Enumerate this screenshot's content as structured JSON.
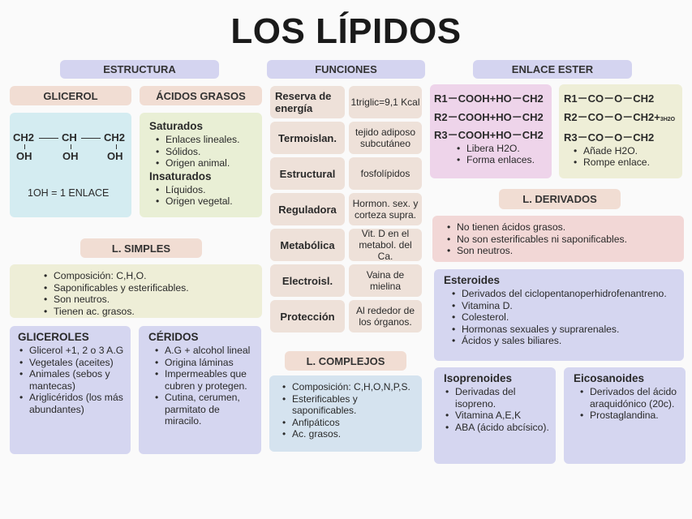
{
  "title": "LOS LÍPIDOS",
  "headers": {
    "estructura": "ESTRUCTURA",
    "funciones": "FUNCIONES",
    "enlace": "ENLACE ESTER"
  },
  "estructura": {
    "glicerol": {
      "label": "GLICEROL",
      "top": [
        "CH2",
        "CH",
        "CH2"
      ],
      "bottom": [
        "OH",
        "OH",
        "OH"
      ],
      "note": "1OH = 1 ENLACE"
    },
    "acidos": {
      "label": "ÁCIDOS GRASOS",
      "saturados": "Saturados",
      "saturados_items": [
        "Enlaces lineales.",
        "Sólidos.",
        "Origen animal."
      ],
      "insaturados": "Insaturados",
      "insaturados_items": [
        "Líquidos.",
        "Origen vegetal."
      ]
    }
  },
  "simples": {
    "label": "L. SIMPLES",
    "items": [
      "Composición: C,H,O.",
      "Saponificables y esterificables.",
      "Son neutros.",
      "Tienen ac. grasos."
    ],
    "gliceroles": {
      "title": "GLICEROLES",
      "items": [
        "Glicerol +1, 2 o 3 A.G",
        "Vegetales (aceites)",
        "Animales (sebos y mantecas)",
        "Ariglicéridos (los más abundantes)"
      ]
    },
    "ceridos": {
      "title": "CÉRIDOS",
      "items": [
        "A.G + alcohol lineal",
        "Origina láminas",
        "Impermeables que cubren y protegen.",
        "Cutina, cerumen, parmitato de miracilo."
      ]
    }
  },
  "funciones": [
    {
      "name": "Reserva de energía",
      "desc": "1triglic=9,1 Kcal"
    },
    {
      "name": "Termoislan.",
      "desc": "tejido adiposo subcutáneo"
    },
    {
      "name": "Estructural",
      "desc": "fosfolípidos"
    },
    {
      "name": "Reguladora",
      "desc": "Hormon. sex. y corteza supra."
    },
    {
      "name": "Metabólica",
      "desc": "Vit. D en el metabol. del Ca."
    },
    {
      "name": "Electroisl.",
      "desc": "Vaina de mielina"
    },
    {
      "name": "Protección",
      "desc": "Al rededor de los órganos."
    }
  ],
  "complejos": {
    "label": "L. COMPLEJOS",
    "items": [
      "Composición: C,H,O,N,P,S.",
      "Esterificables y saponificables.",
      "Anfipáticos",
      "Ac. grasos."
    ]
  },
  "ester": {
    "formacion": {
      "lines": [
        "R1－COOH+HO－CH2",
        "R2－COOH+HO－CH2",
        "R3－COOH+HO－CH2"
      ],
      "items": [
        "Libera H2O.",
        "Forma enlaces."
      ]
    },
    "hidrolisis": {
      "lines": [
        "R1－CO－O－CH2",
        "R2－CO－O－CH2",
        "R3－CO－O－CH2"
      ],
      "extra": "+",
      "water": "3H2O",
      "items": [
        "Añade H2O.",
        "Rompe enlace."
      ]
    }
  },
  "derivados": {
    "label": "L. DERIVADOS",
    "items": [
      "No tienen ácidos grasos.",
      "No son esterificables ni saponificables.",
      "Son neutros."
    ],
    "esteroides": {
      "title": "Esteroides",
      "items": [
        "Derivados del ciclopentanoperhidrofenantreno.",
        "Vitamina D.",
        "Colesterol.",
        "Hormonas sexuales y suprarenales.",
        "Ácidos y sales biliares."
      ]
    },
    "isoprenoides": {
      "title": "Isoprenoides",
      "items": [
        "Derivadas del isopreno.",
        "Vitamina A,E,K",
        "ABA (ácido abcísico)."
      ]
    },
    "eicosanoides": {
      "title": "Eicosanoides",
      "items": [
        "Derivados del ácido araquidónico (20c).",
        "Prostaglandina."
      ]
    }
  }
}
